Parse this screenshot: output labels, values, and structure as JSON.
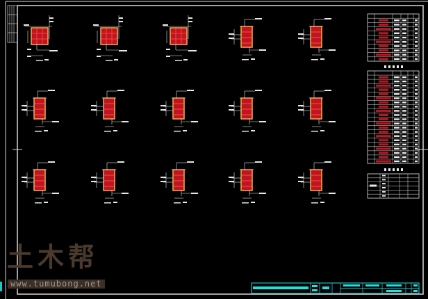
{
  "drawing": {
    "background": "#000000",
    "frame_color": "#d8d8d8",
    "rebar_fill_color": "#c0141e",
    "concrete_outline_color": "#f0b050",
    "annotation_color": "#e8e8e8",
    "title_block_color": "#20e0e0"
  },
  "sections": {
    "rows": [
      {
        "type": "square",
        "count": 3,
        "then": {
          "type": "tall",
          "count": 2
        }
      },
      {
        "type": "tall",
        "count": 5
      },
      {
        "type": "tall",
        "count": 5
      }
    ]
  },
  "tables": [
    {
      "name": "rebar-schedule-table",
      "rows": 11,
      "cols": 6
    },
    {
      "name": "component-table",
      "rows": 22,
      "cols": 6
    },
    {
      "name": "material-table",
      "rows": 6,
      "cols": 5
    }
  ],
  "watermark": {
    "logo": "土木帮",
    "url": "www.tumubong.net"
  }
}
